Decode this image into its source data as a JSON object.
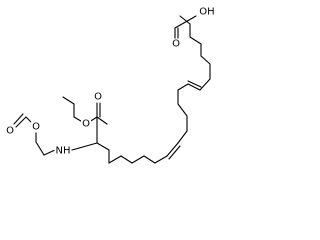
{
  "atom_labels": {
    "oh": "OH",
    "formic_o": "O",
    "ester_o_single": "O",
    "ester_o_double": "O",
    "ether_o": "O",
    "formyl_o": "O",
    "nh": "NH"
  },
  "colors": {
    "bond": "#000000",
    "background": "#ffffff"
  }
}
